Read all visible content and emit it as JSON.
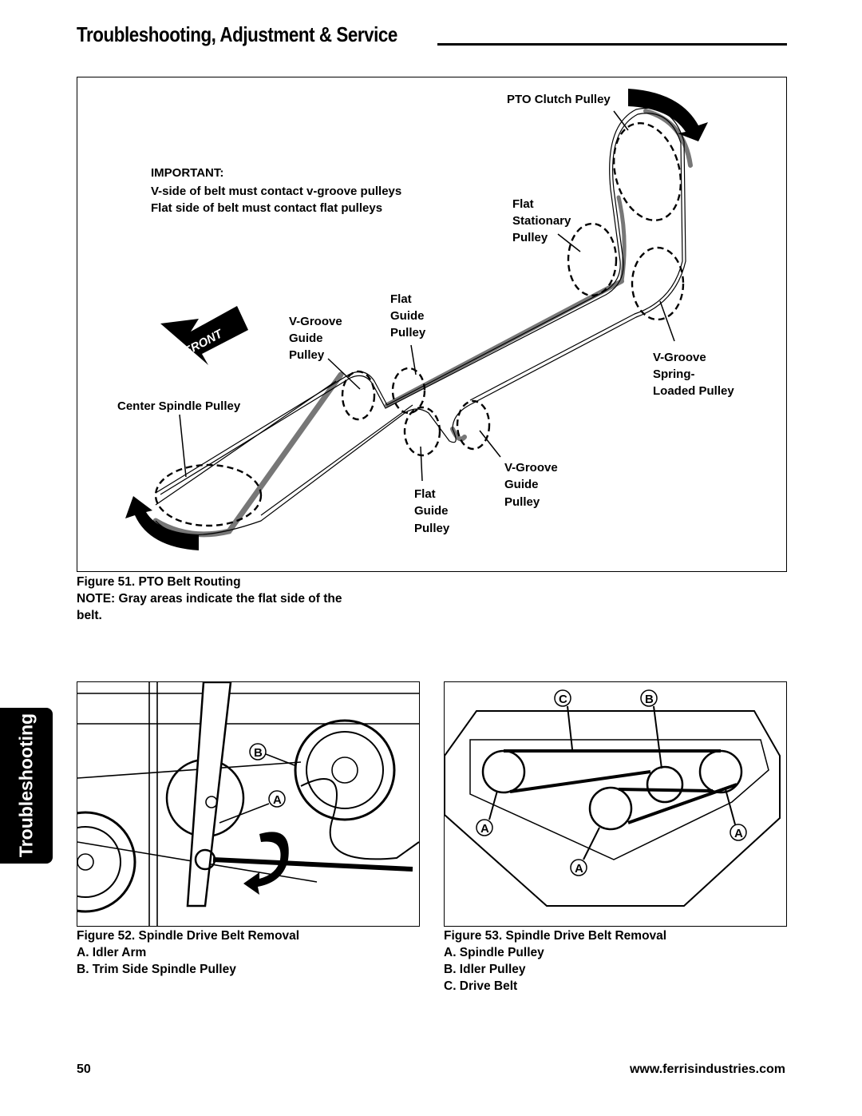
{
  "header": {
    "title": "Troubleshooting, Adjustment & Service"
  },
  "side_tab": {
    "label": "Troubleshooting"
  },
  "figure51": {
    "important_title": "IMPORTANT:",
    "important_line1": "V-side of belt must contact v-groove pulleys",
    "important_line2": "Flat side of belt must contact flat pulleys",
    "front_label": "FRONT",
    "pto_clutch": "PTO Clutch Pulley",
    "flat_stationary": [
      "Flat",
      "Stationary",
      "Pulley"
    ],
    "flat_guide_top": [
      "Flat",
      "Guide",
      "Pulley"
    ],
    "vgroove_guide_left": [
      "V-Groove",
      "Guide",
      "Pulley"
    ],
    "center_spindle": "Center Spindle Pulley",
    "vgroove_spring": [
      "V-Groove",
      "Spring-",
      "Loaded Pulley"
    ],
    "vgroove_guide_right": [
      "V-Groove",
      "Guide",
      "Pulley"
    ],
    "flat_guide_bottom": [
      "Flat",
      "Guide",
      "Pulley"
    ],
    "caption_title": "Figure 51.  PTO Belt Routing",
    "caption_note_1": "NOTE:  Gray areas indicate the flat side of the",
    "caption_note_2": "belt."
  },
  "figure52": {
    "callout_b": "B",
    "callout_a": "A",
    "caption_title": "Figure 52.  Spindle Drive Belt Removal",
    "item_a": "A.  Idler Arm",
    "item_b": "B.  Trim Side Spindle Pulley"
  },
  "figure53": {
    "callout_c": "C",
    "callout_b": "B",
    "callout_a": "A",
    "caption_title": "Figure 53.  Spindle Drive Belt Removal",
    "item_a": "A.  Spindle Pulley",
    "item_b": "B.  Idler Pulley",
    "item_c": "C.  Drive Belt"
  },
  "footer": {
    "page_number": "50",
    "url": "www.ferrisindustries.com"
  }
}
